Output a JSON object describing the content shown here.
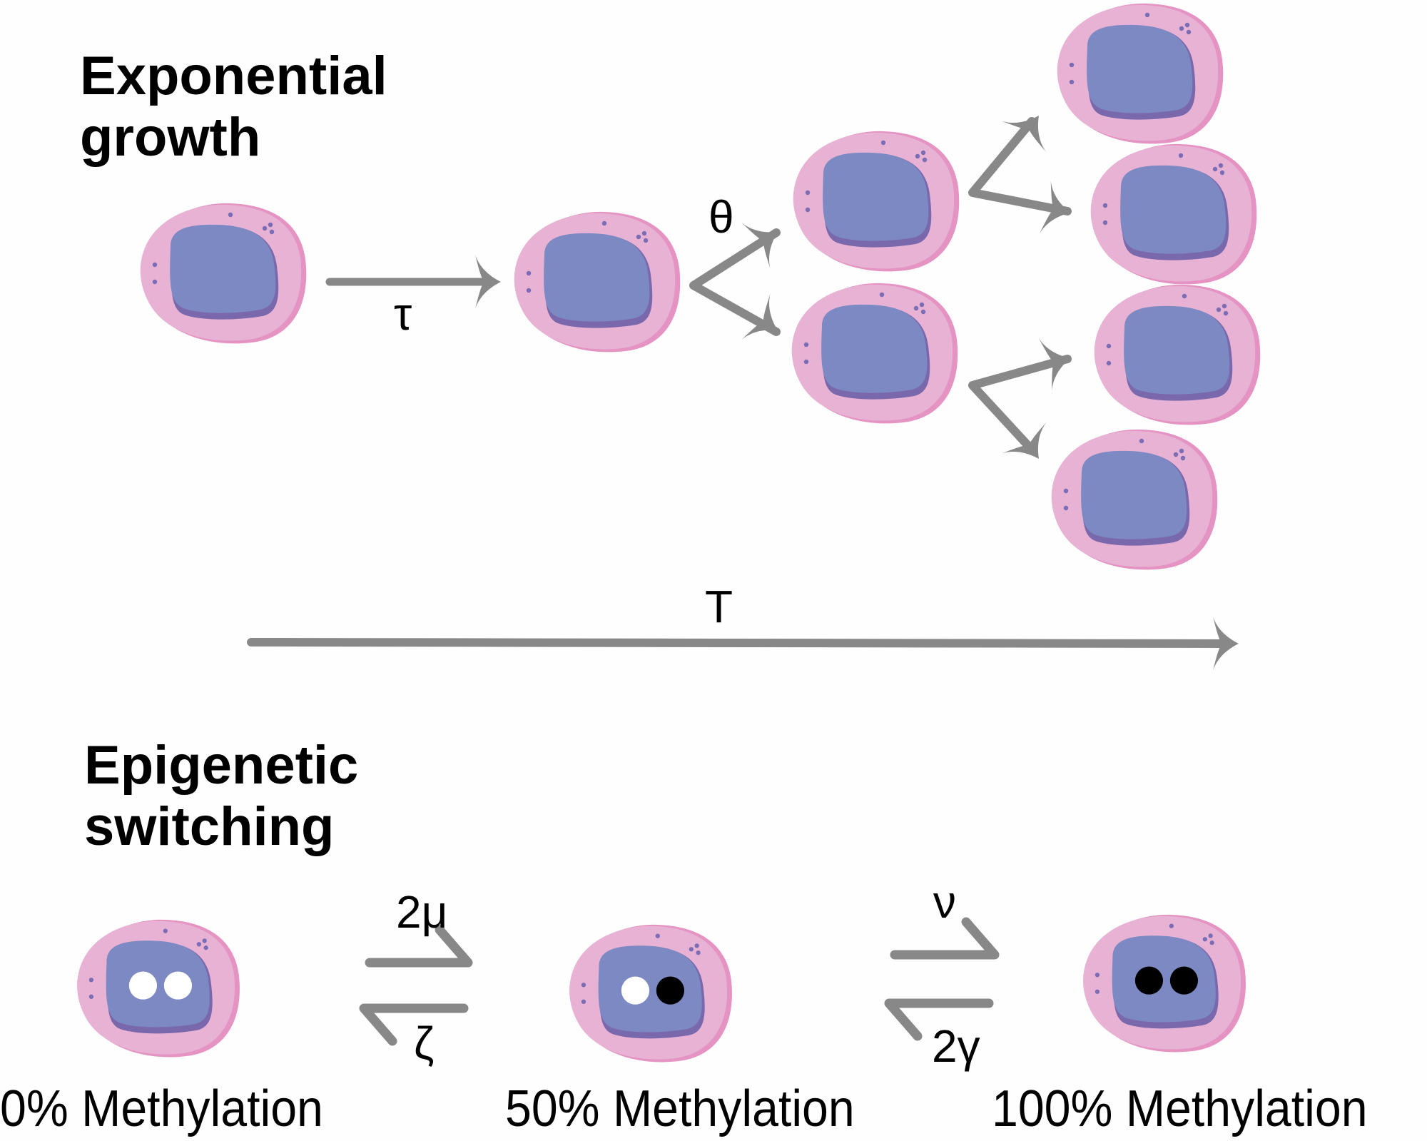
{
  "sections": {
    "growth": {
      "title_line1": "Exponential",
      "title_line2": "growth"
    },
    "switching": {
      "title_line1": "Epigenetic",
      "title_line2": "switching"
    }
  },
  "parameters": {
    "cell_cycle": "τ",
    "division": "θ",
    "total_time": "T"
  },
  "rates": {
    "forward_0_to_50": "2μ",
    "backward_50_to_0": "ζ",
    "forward_50_to_100": "ν",
    "backward_100_to_50": "2γ"
  },
  "states": [
    {
      "label": "0% Methylation",
      "methylated_sites": 0,
      "total_sites": 2
    },
    {
      "label": "50% Methylation",
      "methylated_sites": 1,
      "total_sites": 2
    },
    {
      "label": "100% Methylation",
      "methylated_sites": 2,
      "total_sites": 2
    }
  ],
  "growth_tree": {
    "generations": [
      1,
      1,
      2,
      4
    ]
  },
  "colors": {
    "cytoplasm": "#e7b2d3",
    "cytoplasm_edge": "#e493c2",
    "nucleus": "#7d89c2",
    "nucleus_shadow": "#7a68ad",
    "granule": "#7a6cb5",
    "arrow": "#888888",
    "unmethylated": "#ffffff",
    "methylated": "#000000"
  }
}
